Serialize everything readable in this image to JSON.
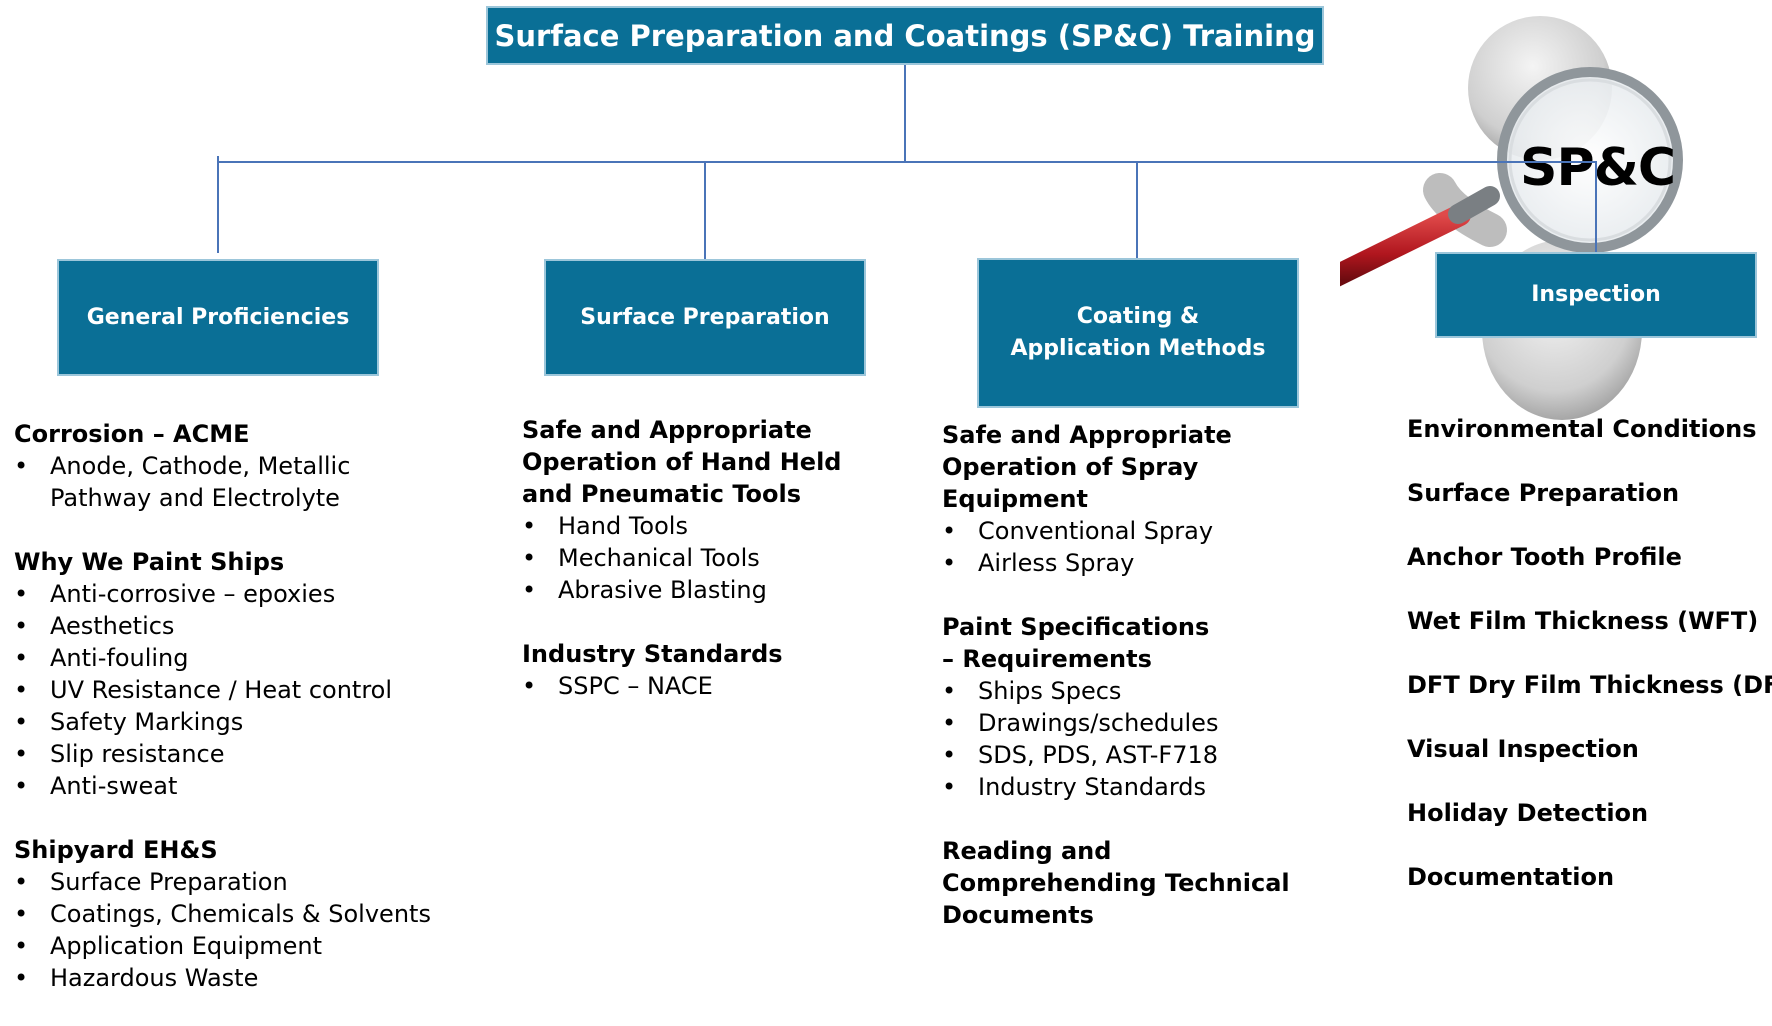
{
  "title": "Surface Preparation and  Coatings (SP&C)  Training",
  "badge": "SP&C",
  "categories": [
    {
      "label": "General Proficiencies"
    },
    {
      "label": "Surface Preparation"
    },
    {
      "label": "Coating & Application Methods"
    },
    {
      "label": "Inspection"
    }
  ],
  "general": {
    "sections": [
      {
        "heading": "Corrosion – ACME",
        "items": [
          "Anode, Cathode, Metallic Pathway and Electrolyte"
        ]
      },
      {
        "heading": "Why We Paint Ships",
        "items": [
          "Anti-corrosive – epoxies",
          "Aesthetics",
          "Anti-fouling",
          "UV Resistance / Heat control",
          "Safety Markings",
          "Slip resistance",
          "Anti-sweat"
        ]
      },
      {
        "heading": "Shipyard EH&S",
        "items": [
          "Surface Preparation",
          "Coatings, Chemicals & Solvents",
          "Application Equipment",
          "Hazardous Waste"
        ]
      }
    ]
  },
  "surface_prep": {
    "sections": [
      {
        "heading": "Safe and Appropriate Operation of Hand Held and Pneumatic Tools",
        "items": [
          "Hand Tools",
          "Mechanical Tools",
          "Abrasive Blasting"
        ]
      },
      {
        "heading": "Industry Standards",
        "items": [
          "SSPC – NACE"
        ]
      }
    ]
  },
  "coating": {
    "sections": [
      {
        "heading": "Safe and Appropriate Operation of Spray Equipment",
        "items": [
          "Conventional Spray",
          "Airless Spray"
        ]
      },
      {
        "heading": "Paint Specifications – Requirements",
        "items": [
          "Ships Specs",
          "Drawings/schedules",
          "SDS, PDS, AST-F718",
          "Industry Standards"
        ]
      },
      {
        "heading": "Reading and Comprehending Technical Documents",
        "items": []
      }
    ]
  },
  "inspection": {
    "items": [
      "Environmental Conditions",
      "Surface Preparation",
      "Anchor Tooth Profile",
      "Wet Film Thickness (WFT)",
      "DFT Dry Film Thickness (DFT)",
      "Visual Inspection",
      "Holiday Detection",
      "Documentation"
    ]
  },
  "colors": {
    "box": "#0a6f96",
    "line": "#4a74b8",
    "magnifier_handle": "#c8202a"
  }
}
